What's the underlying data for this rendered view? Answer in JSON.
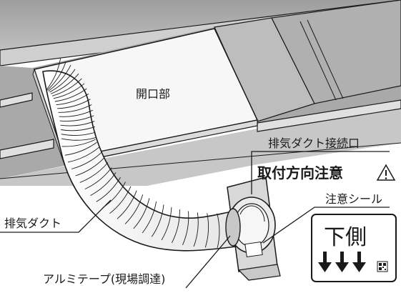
{
  "labels": {
    "opening": "開口部",
    "exhaust_port": "排気ダクト接続口",
    "mounting_direction": "取付方向注意",
    "caution_seal": "注意シール",
    "exhaust_duct": "排気ダクト",
    "aluminum_tape": "アルミテープ(現場調達)",
    "seal_text": "下側"
  },
  "icons": {
    "warning": "warning-triangle-icon",
    "arrows": "down-arrow-icon",
    "qr": "qr-code-icon"
  },
  "colors": {
    "ceiling": "#b5b5b5",
    "ceiling_light": "#d2d2d2",
    "panel": "#f6f6f6",
    "duct": "#ffffff",
    "line": "#1a1a1a",
    "port": "#d8d8d8"
  }
}
